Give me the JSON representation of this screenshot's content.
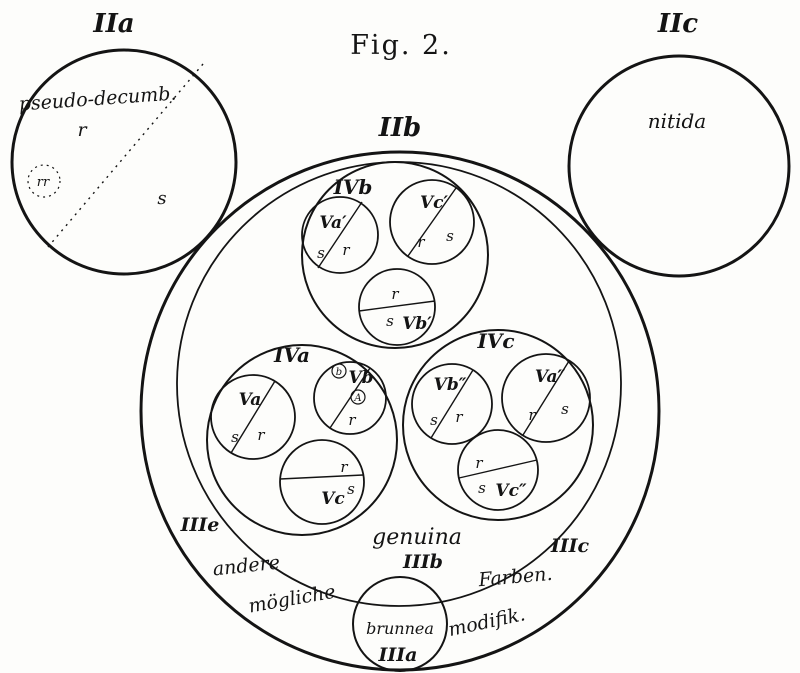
{
  "figure": {
    "title": "Fig. 2."
  },
  "iia": {
    "label": "IIa",
    "species": "pseudo-decumb.",
    "r": "r",
    "rr": "rr",
    "s": "s"
  },
  "iic": {
    "label": "IIc",
    "species": "nitida"
  },
  "iib": {
    "label": "IIb"
  },
  "ivb": {
    "label": "IVb",
    "va1": {
      "label": "Va′",
      "s": "s",
      "r": "r"
    },
    "vc1": {
      "label": "Vc′",
      "r": "r",
      "s": "s"
    },
    "vb1": {
      "label": "Vb′",
      "r": "r",
      "s": "s"
    }
  },
  "iva": {
    "label": "IVa",
    "va": {
      "label": "Va",
      "s": "s",
      "r": "r"
    },
    "vb": {
      "label": "Vb",
      "circled_b": "b",
      "circled_a": "A",
      "r": "r"
    },
    "vc": {
      "label": "Vc",
      "r": "r",
      "s": "s"
    }
  },
  "ivc": {
    "label": "IVc",
    "vb2": {
      "label": "Vb″",
      "s": "s",
      "r": "r"
    },
    "va2": {
      "label": "Va″",
      "r": "r",
      "s": "s"
    },
    "vc2": {
      "label": "Vc″",
      "r": "r",
      "s": "s"
    }
  },
  "inner": {
    "species": "genuina",
    "label": "IIIb"
  },
  "ring": {
    "left_label": "IIIe",
    "right_label": "IIIc",
    "andere": "andere",
    "moegliche": "mögliche",
    "farben": "Farben.",
    "modifik": "modifik."
  },
  "brunnea": {
    "species": "brunnea",
    "label": "IIIa"
  }
}
